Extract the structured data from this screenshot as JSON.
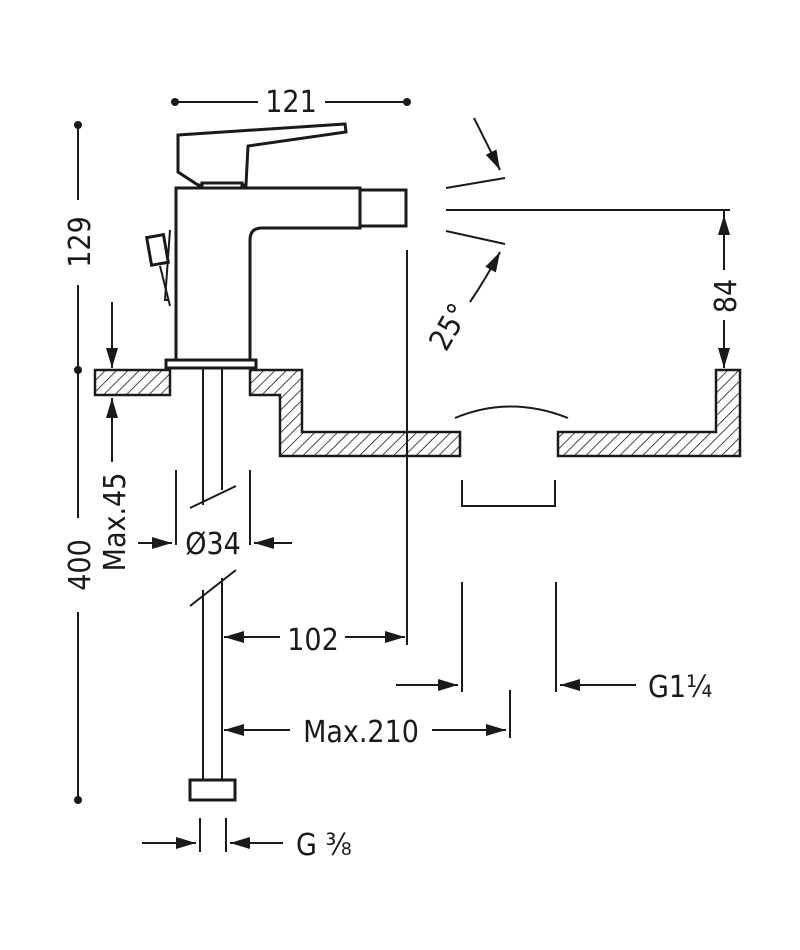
{
  "dimensions": {
    "width_top": "121",
    "height_spout": "129",
    "spray_height": "84",
    "spray_angle": "25°",
    "max_thickness": "Max.45",
    "hole_diameter": "Ø34",
    "total_height": "400",
    "spout_reach": "102",
    "max_reach": "Max.210",
    "drain_thread_main": "G1",
    "drain_thread_frac": "¼",
    "supply_thread_main": "G ",
    "supply_thread_frac": "⅜"
  }
}
